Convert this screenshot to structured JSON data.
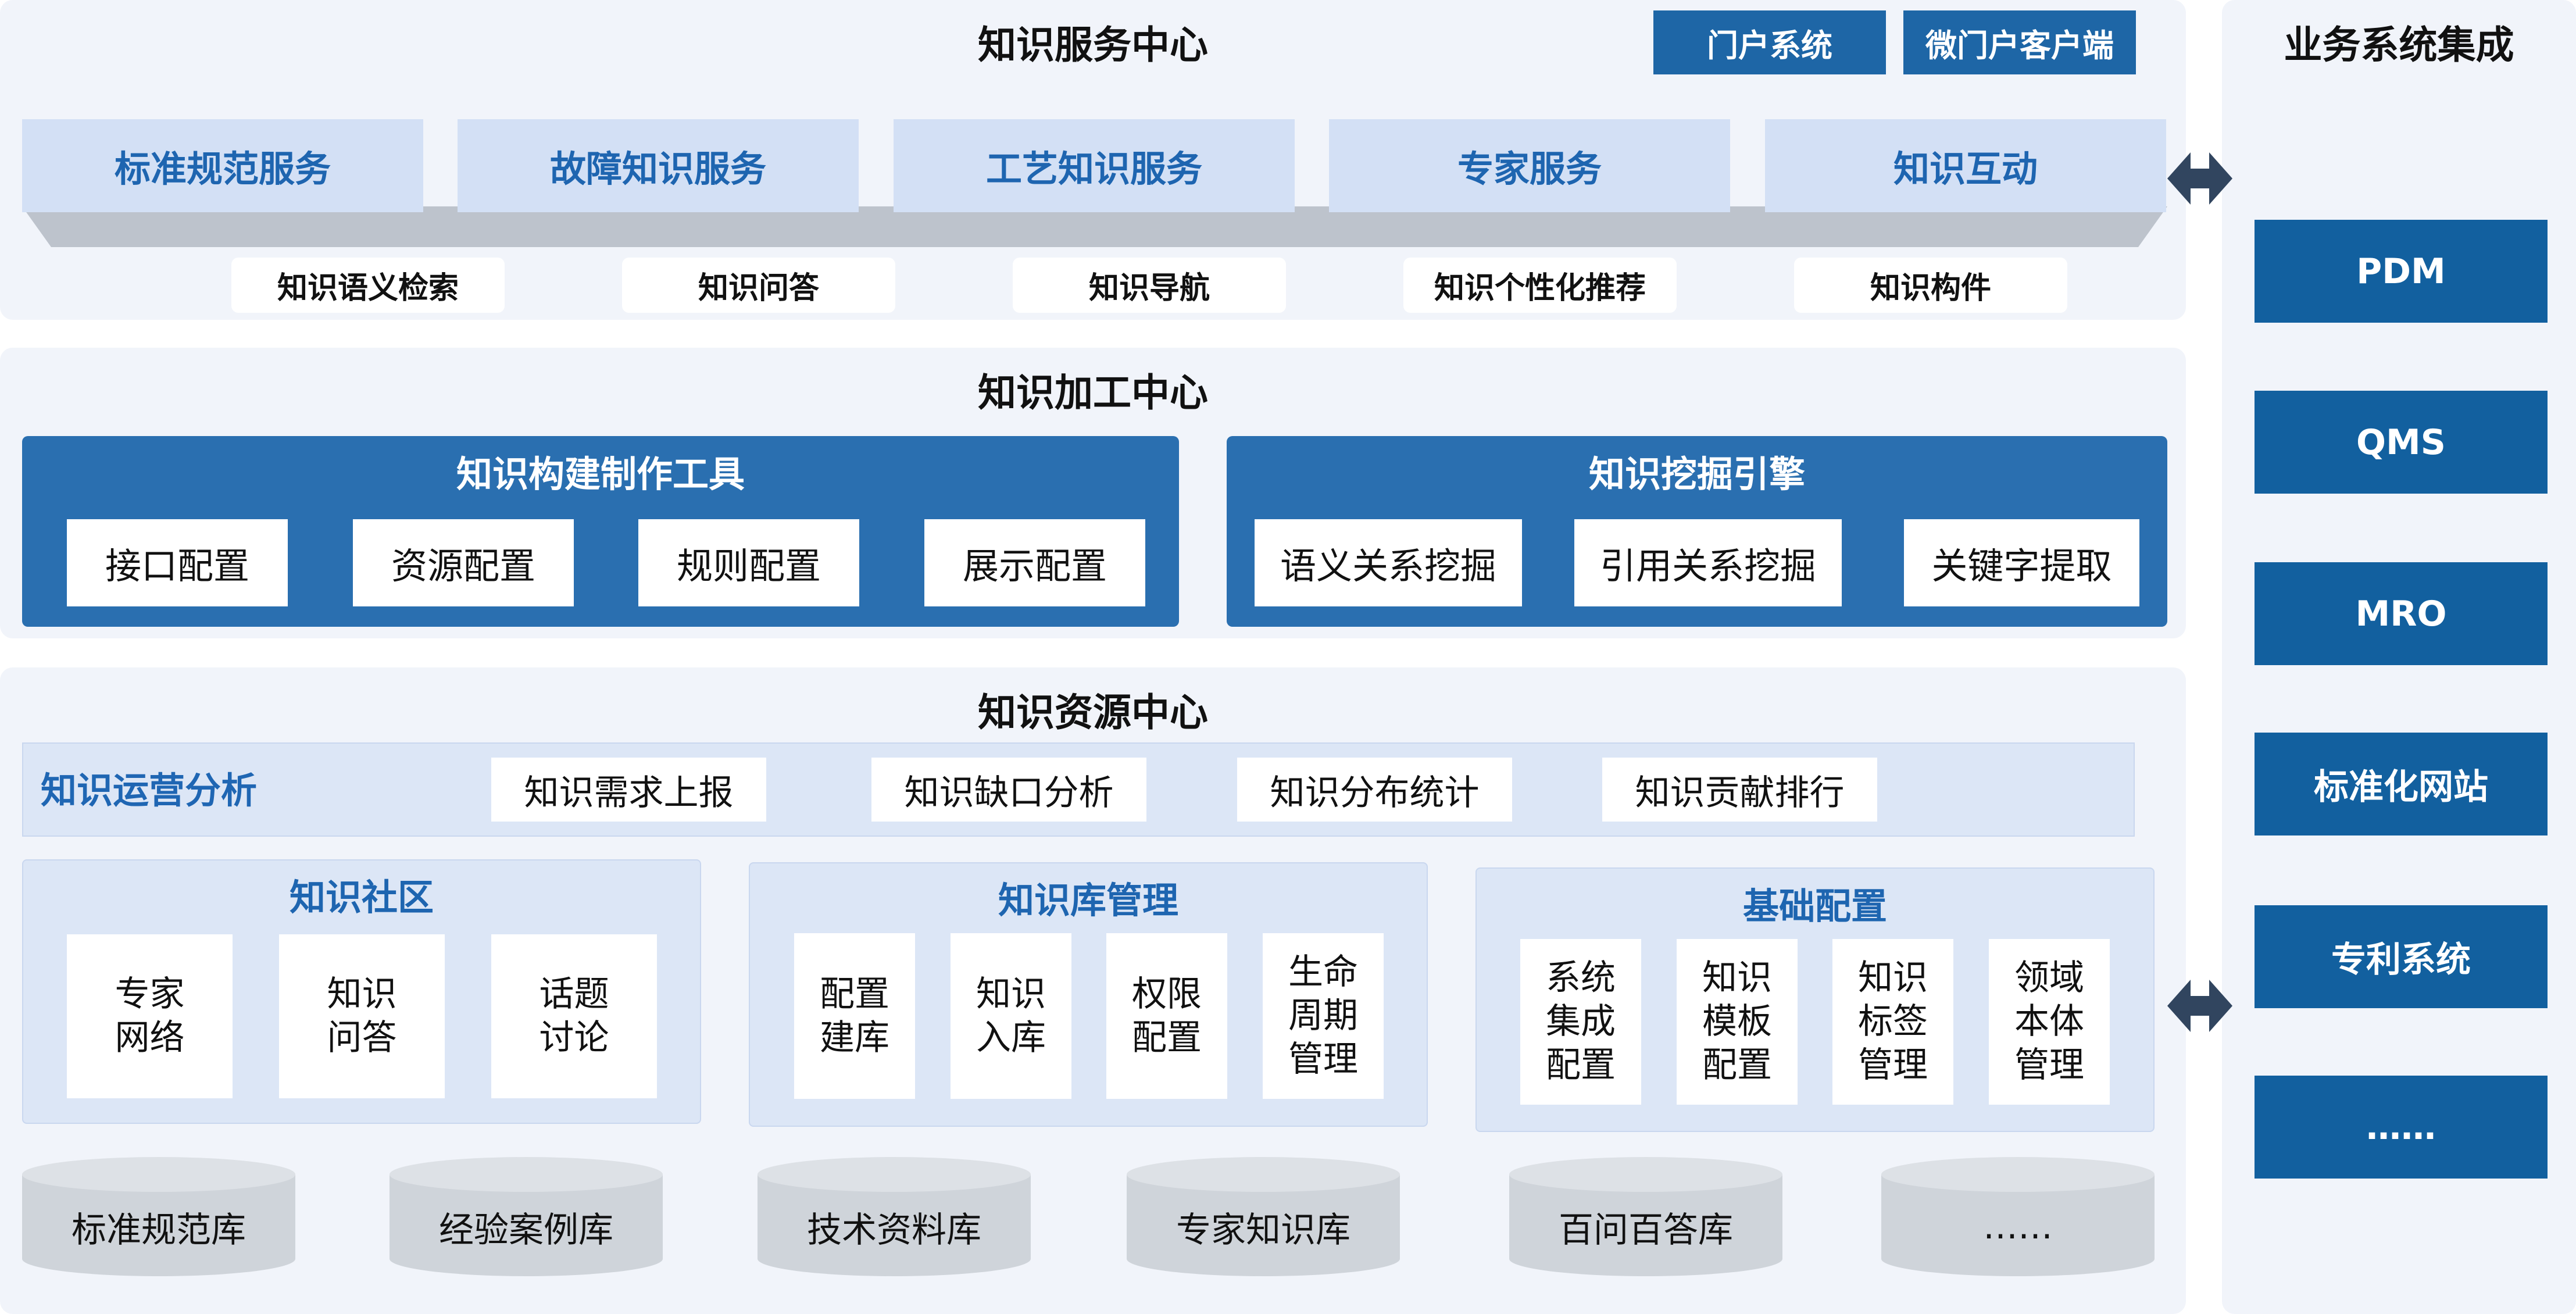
{
  "service_center": {
    "title": "知识服务中心",
    "portals": [
      "门户系统",
      "微门户客户端"
    ],
    "services": [
      "标准规范服务",
      "故障知识服务",
      "工艺知识服务",
      "专家服务",
      "知识互动"
    ],
    "capabilities": [
      "知识语义检索",
      "知识问答",
      "知识导航",
      "知识个性化推荐",
      "知识构件"
    ]
  },
  "processing_center": {
    "title": "知识加工中心",
    "build_tools": {
      "title": "知识构建制作工具",
      "items": [
        "接口配置",
        "资源配置",
        "规则配置",
        "展示配置"
      ]
    },
    "mining_engine": {
      "title": "知识挖掘引擎",
      "items": [
        "语义关系挖掘",
        "引用关系挖掘",
        "关键字提取"
      ]
    }
  },
  "resource_center": {
    "title": "知识资源中心",
    "operations": {
      "label": "知识运营分析",
      "items": [
        "知识需求上报",
        "知识缺口分析",
        "知识分布统计",
        "知识贡献排行"
      ]
    },
    "community": {
      "title": "知识社区",
      "items": [
        [
          "专家",
          "网络"
        ],
        [
          "知识",
          "问答"
        ],
        [
          "话题",
          "讨论"
        ]
      ]
    },
    "library_mgmt": {
      "title": "知识库管理",
      "items": [
        [
          "配置",
          "建库"
        ],
        [
          "知识",
          "入库"
        ],
        [
          "权限",
          "配置"
        ],
        [
          "生命",
          "周期",
          "管理"
        ]
      ]
    },
    "basic_config": {
      "title": "基础配置",
      "items": [
        [
          "系统",
          "集成",
          "配置"
        ],
        [
          "知识",
          "模板",
          "配置"
        ],
        [
          "知识",
          "标签",
          "管理"
        ],
        [
          "领域",
          "本体",
          "管理"
        ]
      ]
    },
    "databases": [
      "标准规范库",
      "经验案例库",
      "技术资料库",
      "专家知识库",
      "百问百答库",
      "……"
    ]
  },
  "integration": {
    "title": "业务系统集成",
    "systems": [
      "PDM",
      "QMS",
      "MRO",
      "标准化网站",
      "专利系统",
      "……"
    ]
  },
  "colors": {
    "dark_blue": "#1e66a6",
    "group_blue": "#2a6fb0",
    "light_blue": "#d3e0f5",
    "text_blue": "#1e65b0",
    "panel_bg": "#f1f4fa"
  }
}
